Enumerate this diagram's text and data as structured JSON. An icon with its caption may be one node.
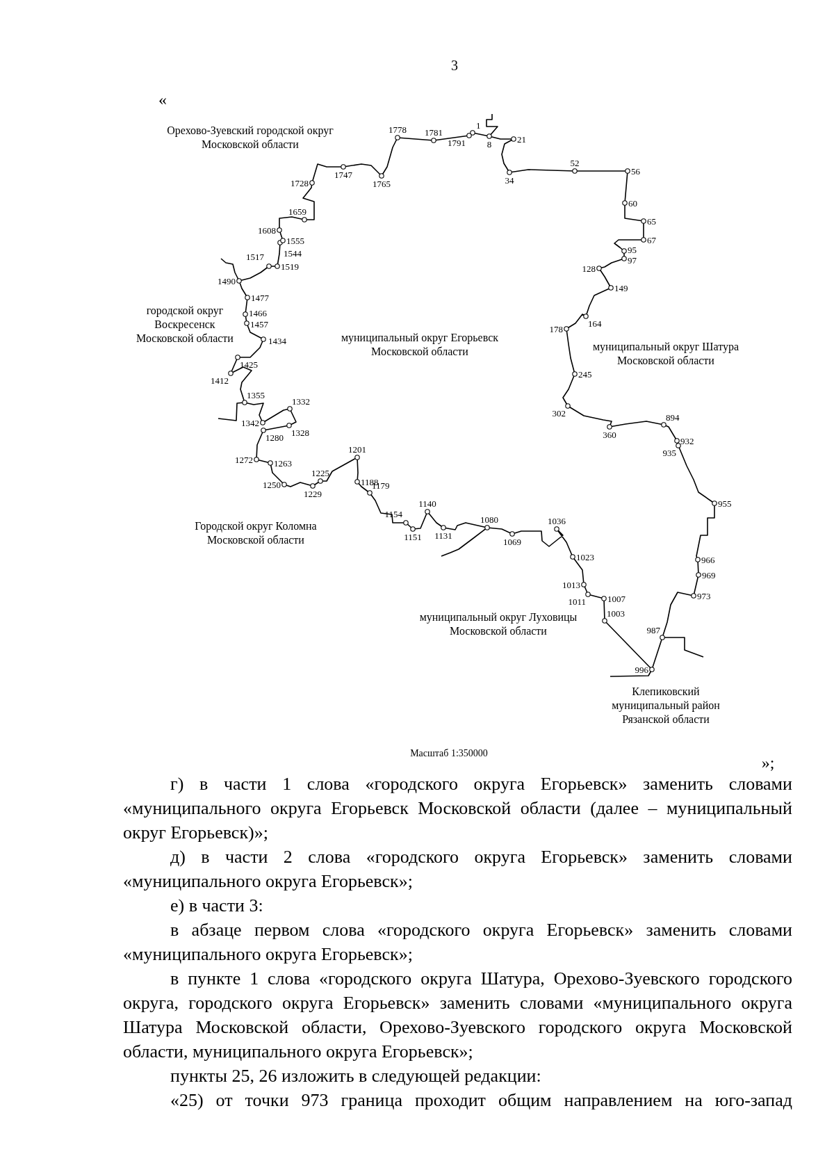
{
  "diagram": {
    "labels": [
      "3",
      "«",
      "Орехово-Зуевский городской округ Московской области",
      "1778",
      "1781",
      "1",
      "1791",
      "8",
      "21",
      "52",
      "56",
      "1728",
      "1747",
      "1765",
      "34",
      "60",
      "1659",
      "65",
      "1608",
      "1555",
      "67",
      "1544",
      "95",
      "1517",
      "97",
      "1519",
      "128",
      "1490",
      "149",
      "1477",
      "городской округ Воскресенск Московской области",
      "1466",
      "1457",
      "178",
      "164",
      "муниципальный округ Егорьевск Московской области",
      "1434",
      "муниципальный округ Шатура Московской области",
      "1425",
      "245",
      "1412",
      "1355",
      "1332",
      "302",
      "1342",
      "894",
      "360",
      "1280",
      "1328",
      "932",
      "935",
      "1201",
      "1272",
      "1263",
      "1225",
      "1188",
      "1250",
      "1179",
      "1229",
      "1140",
      "955",
      "1080",
      "1036",
      "Городской округ Коломна Московской области",
      "1154",
      "1151",
      "1131",
      "1069",
      "1023",
      "966",
      "969",
      "1013",
      "1011",
      "1007",
      "973",
      "1003",
      "муниципальный округ Луховицы Московской области",
      "987",
      "996",
      "Клепиковский муниципальный район Рязанской области",
      "Масштаб 1:350000",
      "»;",
      "г) в части 1 слова «городского округа Егорьевск» заменить словами «муниципального округа Егорьевск Московской области (далее – муниципальный округ Егорьевск)»;",
      "д) в части 2 слова «городского округа Егорьевск» заменить словами «муниципального округа Егорьевск»;",
      "е) в части 3:",
      "в абзаце первом слова «городского округа Егорьевск» заменить словами «муниципального округа Егорьевск»;",
      "в пункте 1 слова «городского округа Шатура, Орехово-Зуевского городского округа, городского округа Егорьевск» заменить словами «муниципального округа Шатура Московской области, Орехово-Зуевского городского округа Московской области, муниципального округа Егорьевск»;",
      "пункты 25, 26 изложить в следующей редакции:",
      "«25) от точки 973 граница проходит общим направлением на юго-запад"
    ]
  }
}
